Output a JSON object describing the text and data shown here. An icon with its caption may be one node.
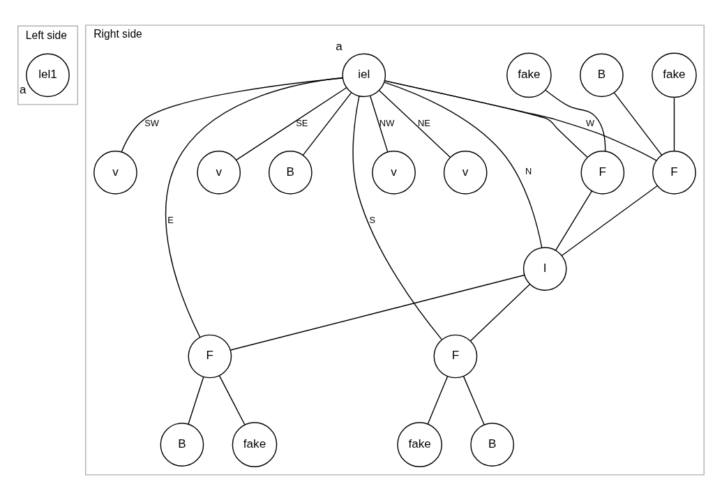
{
  "diagram": {
    "nodes": [
      {
        "text": [
          "Left side"
        ]
      },
      {
        "text": [
          "lel1"
        ],
        "beside": [
          "a"
        ],
        "in": 0
      },
      {
        "text": [
          "Right side"
        ]
      },
      {
        "text": [
          "iel"
        ],
        "beside": [
          "a"
        ],
        "in": 2
      },
      {
        "text": [
          "B"
        ],
        "in": 2
      },
      {
        "text": [
          "fake"
        ],
        "in": 2
      },
      {
        "text": [
          "v"
        ],
        "in": 2
      },
      {
        "text": [
          "F"
        ],
        "in": 2
      },
      {
        "text": [
          "v"
        ],
        "in": 2
      },
      {
        "text": [
          "fake"
        ],
        "in": 2
      },
      {
        "text": [
          "B"
        ],
        "in": 2
      },
      {
        "text": [
          "F"
        ],
        "in": 2
      },
      {
        "text": [
          "I"
        ],
        "in": 2
      },
      {
        "text": [
          "F"
        ],
        "in": 2
      },
      {
        "text": [
          "B"
        ],
        "in": 2
      },
      {
        "text": [
          "v"
        ],
        "in": 2
      },
      {
        "text": [
          "F"
        ],
        "in": 2
      },
      {
        "text": [
          "v"
        ],
        "in": 2
      },
      {
        "text": [
          "fake"
        ],
        "in": 2
      },
      {
        "text": [
          "fake"
        ],
        "in": 2
      },
      {
        "text": [
          "B"
        ],
        "in": 2
      }
    ],
    "edges": [
      {
        "from": 3,
        "to": 6,
        "arrow": "none",
        "label": "NW"
      },
      {
        "from": 3,
        "to": 8,
        "arrow": "none",
        "label": "NE"
      },
      {
        "from": 3,
        "to": 4,
        "arrow": "none"
      },
      {
        "from": 3,
        "to": 12,
        "arrow": "none",
        "label": "N"
      },
      {
        "from": 3,
        "to": 7,
        "arrow": "none"
      },
      {
        "from": 3,
        "to": 11,
        "arrow": "none",
        "label": "W"
      },
      {
        "from": 3,
        "to": 13,
        "arrow": "none",
        "label": "E"
      },
      {
        "from": 3,
        "to": 15,
        "arrow": "none",
        "label": "SW"
      },
      {
        "from": 3,
        "to": 16,
        "arrow": "none",
        "label": "S"
      },
      {
        "from": 3,
        "to": 17,
        "arrow": "none",
        "label": "SE"
      },
      {
        "from": 5,
        "to": 7,
        "arrow": "none"
      },
      {
        "from": 7,
        "to": 12,
        "arrow": "none"
      },
      {
        "from": 9,
        "to": 11,
        "arrow": "none"
      },
      {
        "from": 10,
        "to": 11,
        "arrow": "none"
      },
      {
        "from": 11,
        "to": 12,
        "arrow": "none"
      },
      {
        "from": 12,
        "to": 13,
        "arrow": "none"
      },
      {
        "from": 13,
        "to": 14,
        "arrow": "none"
      },
      {
        "from": 12,
        "to": 16,
        "arrow": "none"
      },
      {
        "from": 13,
        "to": 18,
        "arrow": "none"
      },
      {
        "from": 16,
        "to": 19,
        "arrow": "none"
      },
      {
        "from": 16,
        "to": 20,
        "arrow": "none"
      }
    ]
  }
}
